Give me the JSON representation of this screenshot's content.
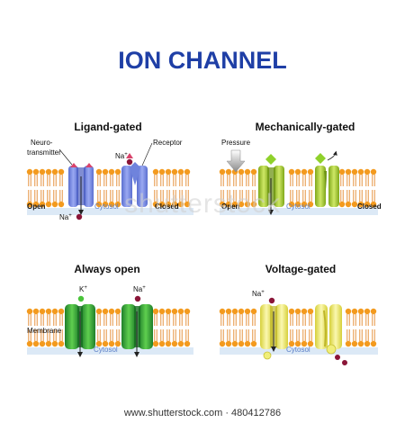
{
  "title": "ION CHANNEL",
  "panels": {
    "ligand": {
      "title": "Ligand-gated",
      "neurotransmitter_label_1": "Neuro-",
      "neurotransmitter_label_2": "transmitter",
      "receptor_label": "Receptor",
      "na_top": "Na",
      "na_bottom": "Na",
      "open_label": "Open",
      "cytosol_label": "Cytosol",
      "closed_label": "Closed"
    },
    "mechanical": {
      "title": "Mechanically-gated",
      "pressure_label": "Pressure",
      "open_label": "Open",
      "cytosol_label": "Cytosol",
      "closed_label": "Closed"
    },
    "always_open": {
      "title": "Always open",
      "k_label": "K",
      "na_label": "Na",
      "membrane_label": "Membrane",
      "cytosol_label": "Cytosol"
    },
    "voltage": {
      "title": "Voltage-gated",
      "na_label": "Na",
      "cytosol_label": "Cytosol"
    }
  },
  "superscript_plus": "+",
  "watermark": "shutterstock",
  "footer": "www.shutterstock.com · 480412786",
  "colors": {
    "title": "#1f3fa6",
    "lipid_head": "#f39a1e",
    "cytosol_band": "#dce9f6",
    "ligand_channel": "#7b8fe6",
    "mech_channel": "#a6cf2a",
    "always_channel": "#3aa53a",
    "voltage_channel": "#f0ee7a",
    "ion_na": "#8a1538",
    "ion_k": "#49c43a",
    "ligand_dot": "#d9436b"
  }
}
